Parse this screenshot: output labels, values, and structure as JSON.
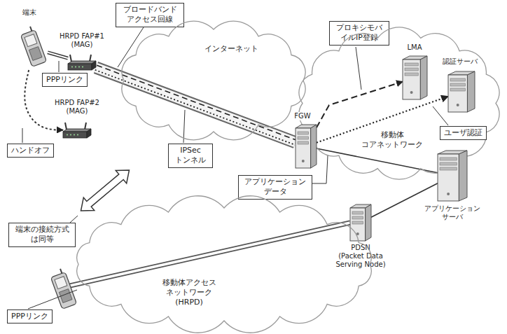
{
  "diagram": {
    "nodes": [
      {
        "text": [
          "端末"
        ]
      },
      {
        "text": [
          "ブロードバンド アクセス回線"
        ]
      },
      {
        "text": [
          "HRPD FAP#1 (MAG)"
        ]
      },
      {
        "text": [
          "インターネット"
        ]
      },
      {
        "text": [
          "PPPリンク"
        ]
      },
      {
        "text": [
          "プロキシモバ イルIP登録"
        ]
      },
      {
        "text": [
          "移動体 コアネットワーク"
        ]
      },
      {
        "text": [
          "LMA"
        ],
        "in": 6
      },
      {
        "text": [
          "認証サーバ"
        ],
        "in": 6
      },
      {
        "text": [
          "FGW"
        ]
      },
      {
        "text": [
          "HRPD FAP#2 (MAG)"
        ]
      },
      {
        "text": [
          "ハンドオフ"
        ]
      },
      {
        "text": [
          "IPSec トンネル"
        ]
      },
      {
        "text": [
          "ユーザ認証"
        ]
      },
      {
        "text": [
          "アプリケーション データ"
        ]
      },
      {
        "text": [
          "アプリケーション サーバ"
        ]
      },
      {
        "text": [
          "端末の接続方式 は同等"
        ]
      },
      {
        "text": [
          "PDSN",
          "(Packet Data Serving Node)"
        ]
      },
      {
        "text": [
          "移動体アクセス ネットワーク (HRPD)"
        ]
      },
      {
        "text": [
          "PPPリンク"
        ]
      }
    ],
    "edges": [
      {
        "from": 0,
        "to": 2,
        "arrow": "none"
      },
      {
        "from": 0,
        "to": 10,
        "arrow": "to"
      },
      {
        "from": 2,
        "to": 9,
        "arrow": "none"
      },
      {
        "from": 9,
        "to": 7,
        "arrow": "to"
      },
      {
        "from": 9,
        "to": 8,
        "arrow": "to"
      },
      {
        "from": 9,
        "to": 15,
        "arrow": "none"
      },
      {
        "from": 17,
        "to": 15,
        "arrow": "none"
      }
    ]
  }
}
